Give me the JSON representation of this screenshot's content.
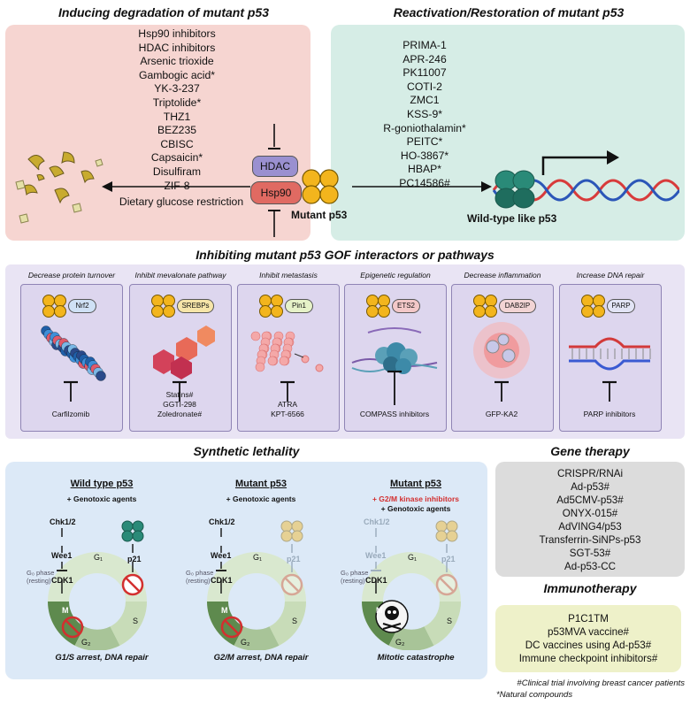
{
  "top": {
    "left_title": "Inducing degradation of mutant p53",
    "right_title": "Reactivation/Restoration of mutant p53",
    "degradation_agents": [
      "Hsp90 inhibitors",
      "HDAC inhibitors",
      "Arsenic trioxide",
      "Gambogic acid*",
      "YK-3-237",
      "Triptolide*",
      "THZ1",
      "BEZ235",
      "CBISC",
      "Capsaicin*",
      "Disulfiram",
      "ZIF-8",
      "Dietary glucose restriction"
    ],
    "reactivation_agents": [
      "PRIMA-1",
      "APR-246",
      "PK11007",
      "COTI-2",
      "ZMC1",
      "KSS-9*",
      "R-goniothalamin*",
      "PEITC*",
      "HO-3867*",
      "HBAP*",
      "PC14586#"
    ],
    "hdac": "HDAC",
    "hsp90": "Hsp90",
    "mutant_label": "Mutant p53",
    "wildtype_label": "Wild-type like p53"
  },
  "gof": {
    "title": "Inhibiting mutant p53 GOF interactors or pathways",
    "cards": [
      {
        "title": "Decrease protein turnover",
        "target": "Nrf2",
        "drugs": [
          "Carfilzomib"
        ]
      },
      {
        "title": "Inhibit mevalonate pathway",
        "target": "SREBPs",
        "drugs": [
          "Statins#",
          "GGTI-298",
          "Zoledronate#"
        ]
      },
      {
        "title": "Inhibit metastasis",
        "target": "Pin1",
        "drugs": [
          "ATRA",
          "KPT-6566"
        ]
      },
      {
        "title": "Epigenetic regulation",
        "target": "ETS2",
        "drugs": [
          "COMPASS inhibitors"
        ]
      },
      {
        "title": "Decrease inflammation",
        "target": "DAB2IP",
        "drugs": [
          "GFP-KA2"
        ]
      },
      {
        "title": "Increase DNA repair",
        "target": "PARP",
        "drugs": [
          "PARP inhibitors"
        ]
      }
    ]
  },
  "synthetic": {
    "title": "Synthetic lethality",
    "panels": [
      {
        "header": "Wild type p53",
        "agent": "+ Genotoxic agents",
        "red": "",
        "caption": "G1/S arrest, DNA repair"
      },
      {
        "header": "Mutant p53",
        "agent": "+ Genotoxic agents",
        "red": "",
        "caption": "G2/M arrest, DNA repair"
      },
      {
        "header": "Mutant p53",
        "agent": "+ Genotoxic agents",
        "red": "+ G2/M kinase inhibitors",
        "caption": "Mitotic catastrophe"
      }
    ],
    "chk": "Chk1/2",
    "wee": "Wee1",
    "cdk": "CDK1",
    "p21": "p21",
    "g0": "G₀ phase",
    "resting": "(resting)",
    "g1": "G₁",
    "g2": "G₂",
    "s": "S",
    "m": "M"
  },
  "gene_therapy": {
    "title": "Gene therapy",
    "items": [
      "CRISPR/RNAi",
      "Ad-p53#",
      "Ad5CMV-p53#",
      "ONYX-015#",
      "AdVING4/p53",
      "Transferrin-SiNPs-p53",
      "SGT-53#",
      "Ad-p53-CC"
    ]
  },
  "immunotherapy": {
    "title": "Immunotherapy",
    "items": [
      "P1C1TM",
      "p53MVA vaccine#",
      "DC vaccines using Ad-p53#",
      "Immune checkpoint inhibitors#"
    ]
  },
  "footnotes": [
    "#Clinical trial involving breast cancer patients",
    "*Natural compounds"
  ],
  "colors": {
    "pink": "#f6d5d1",
    "green": "#d6ede6",
    "purple": "#ddd6ee",
    "blue": "#dce9f7",
    "grey": "#dcdcdc",
    "yellow": "#eef1c9",
    "gold": "#f3b51d",
    "red": "#d32f2f"
  }
}
